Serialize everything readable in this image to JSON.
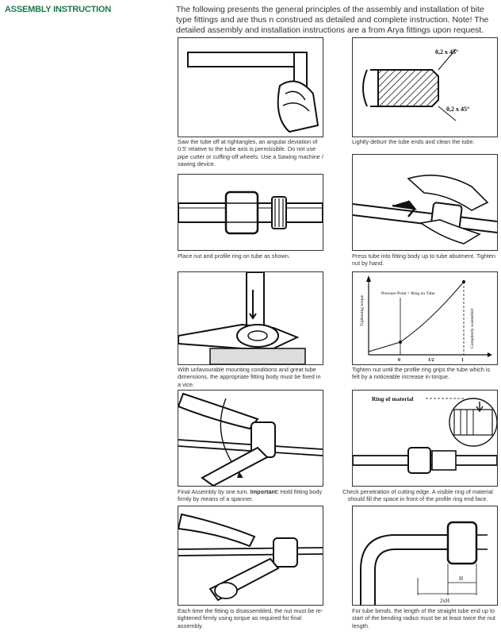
{
  "heading": "ASSEMBLY INSTRUCTION",
  "intro": "The following presents the general principles of the assembly and installation of bite type fittings and are thus n construed as detailed and complete instruction.  Note!  The detailed assembly and installation instructions are a from Arya fittings upon request.",
  "steps": [
    {
      "caption": "Saw the tube off at rightangles, an angular deviation of 0.5' relative to the tube axis is permissible. Do not use pipe cutter or cuffing-off wheels. Use a Sawing machine / sawing device."
    },
    {
      "caption": "Lightly deburr the tube ends and clean the tube.",
      "labels": [
        "0,2 x 45°",
        "0,2 x 45°"
      ]
    },
    {
      "caption": "Place nut and profile ring on tube as shown."
    },
    {
      "caption": "Press tube into fitting body up to tube abutment. Tighten  nut by hand."
    },
    {
      "caption": "With unfavourable mounting conditions and great tube dimensions, the appropriate fitting body must be fixed in a vice."
    },
    {
      "caption": "Tighten nut until the profile ring grips the tube which is felt by a noticeable increase in torque.",
      "graph": {
        "ylabel": "Tightening torque",
        "pressure_label": "Pressure Point = Ring on Tube",
        "assembled_label": "Completely assembled",
        "ticks": [
          "0",
          "1/2",
          "1"
        ]
      }
    },
    {
      "caption_bold": "Important:",
      "caption_pre": "Final Assembly by one turn. ",
      "caption_post": " Hold fitting body firmly by means of a spanner."
    },
    {
      "caption": "Check penetration of cutting edge. A visible ring of material should fill the space in front of the profile ring end face.",
      "label": "Ring of material"
    },
    {
      "caption": "Each time the fitting is disassembled, the nut must be re-tightened firmly using torque as required for final assembly."
    },
    {
      "caption": "For tube bends, the length of the straight tube end up to start of the bending  radius must be at least twice the nut length.",
      "labels": [
        "H",
        "2xH"
      ]
    }
  ]
}
